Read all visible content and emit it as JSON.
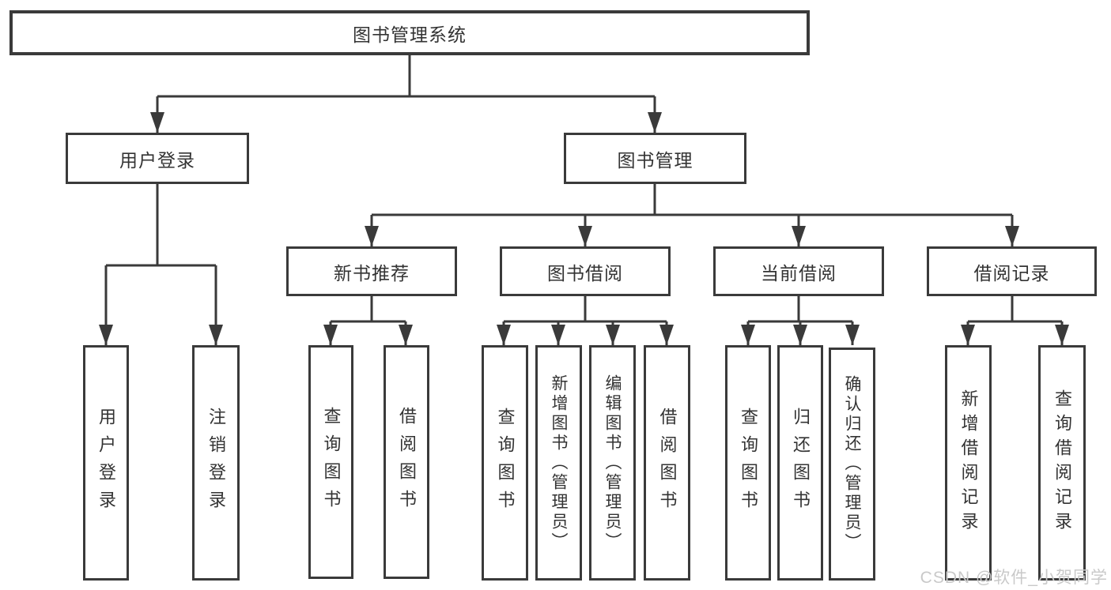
{
  "diagram_type": "tree",
  "tree": {
    "root": {
      "label": "图书管理系统",
      "children": [
        {
          "label": "用户登录",
          "children": [
            {
              "label": "用户登录"
            },
            {
              "label": "注销登录"
            }
          ]
        },
        {
          "label": "图书管理",
          "children": [
            {
              "label": "新书推荐",
              "children": [
                {
                  "label": "查询图书"
                },
                {
                  "label": "借阅图书"
                }
              ]
            },
            {
              "label": "图书借阅",
              "children": [
                {
                  "label": "查询图书"
                },
                {
                  "label": "新增图书（管理员）"
                },
                {
                  "label": "编辑图书（管理员）"
                },
                {
                  "label": "借阅图书"
                }
              ]
            },
            {
              "label": "当前借阅",
              "children": [
                {
                  "label": "查询图书"
                },
                {
                  "label": "归还图书"
                },
                {
                  "label": "确认归还（管理员）"
                }
              ]
            },
            {
              "label": "借阅记录",
              "children": [
                {
                  "label": "新增借阅记录"
                },
                {
                  "label": "查询借阅记录"
                }
              ]
            }
          ]
        }
      ]
    }
  },
  "watermark": {
    "text": "CSDN @软件_小贺同学"
  },
  "colors": {
    "line": "#3a3a3a",
    "text": "#333333",
    "background": "#ffffff",
    "watermark": "#c9c9c9"
  }
}
